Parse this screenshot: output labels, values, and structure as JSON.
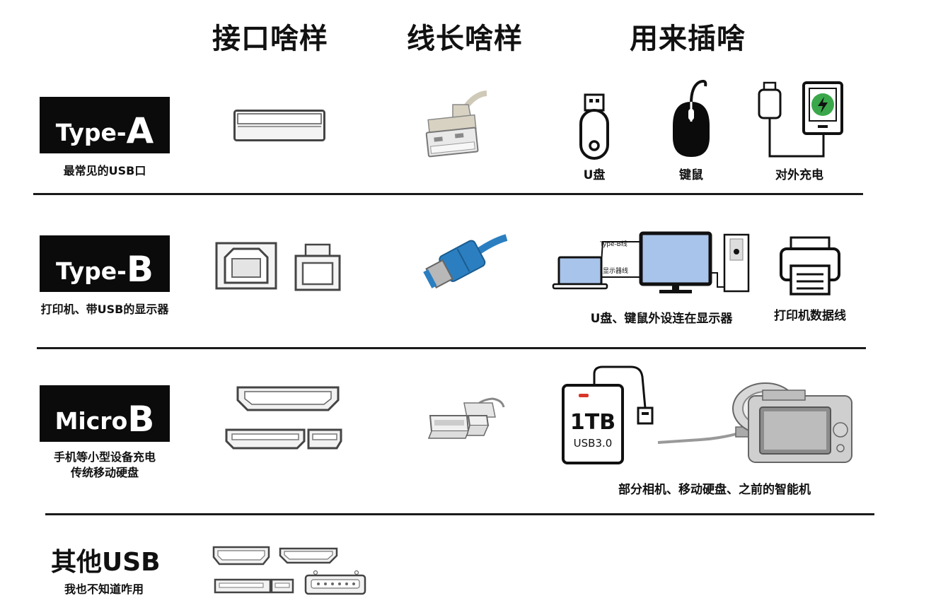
{
  "headers": {
    "col1": "接口啥样",
    "col2": "线长啥样",
    "col3": "用来插啥"
  },
  "rows": [
    {
      "badge_prefix": "Type-",
      "badge_big": "A",
      "subtitle": "最常见的USB口",
      "uses": [
        "U盘",
        "键鼠",
        "对外充电"
      ]
    },
    {
      "badge_prefix": "Type-",
      "badge_big": "B",
      "subtitle": "打印机、带USB的显示器",
      "diagram_labels": [
        "Type-B线",
        "显示器线"
      ],
      "uses": [
        "U盘、键鼠外设连在显示器",
        "打印机数据线"
      ]
    },
    {
      "badge_prefix": "Micro ",
      "badge_big": "B",
      "subtitle_lines": [
        "手机等小型设备充电",
        "传统移动硬盘"
      ],
      "drive_labels": [
        "1TB",
        "USB3.0"
      ],
      "uses": [
        "部分相机、移动硬盘、之前的智能机"
      ]
    },
    {
      "title": "其他USB",
      "subtitle": "我也不知道咋用"
    }
  ],
  "colors": {
    "badge_bg": "#0b0b0b",
    "badge_text": "#ffffff",
    "cable_blue": "#2b7fc1",
    "charge_green": "#3aa84a",
    "monitor_screen": "#a9c4ea"
  }
}
